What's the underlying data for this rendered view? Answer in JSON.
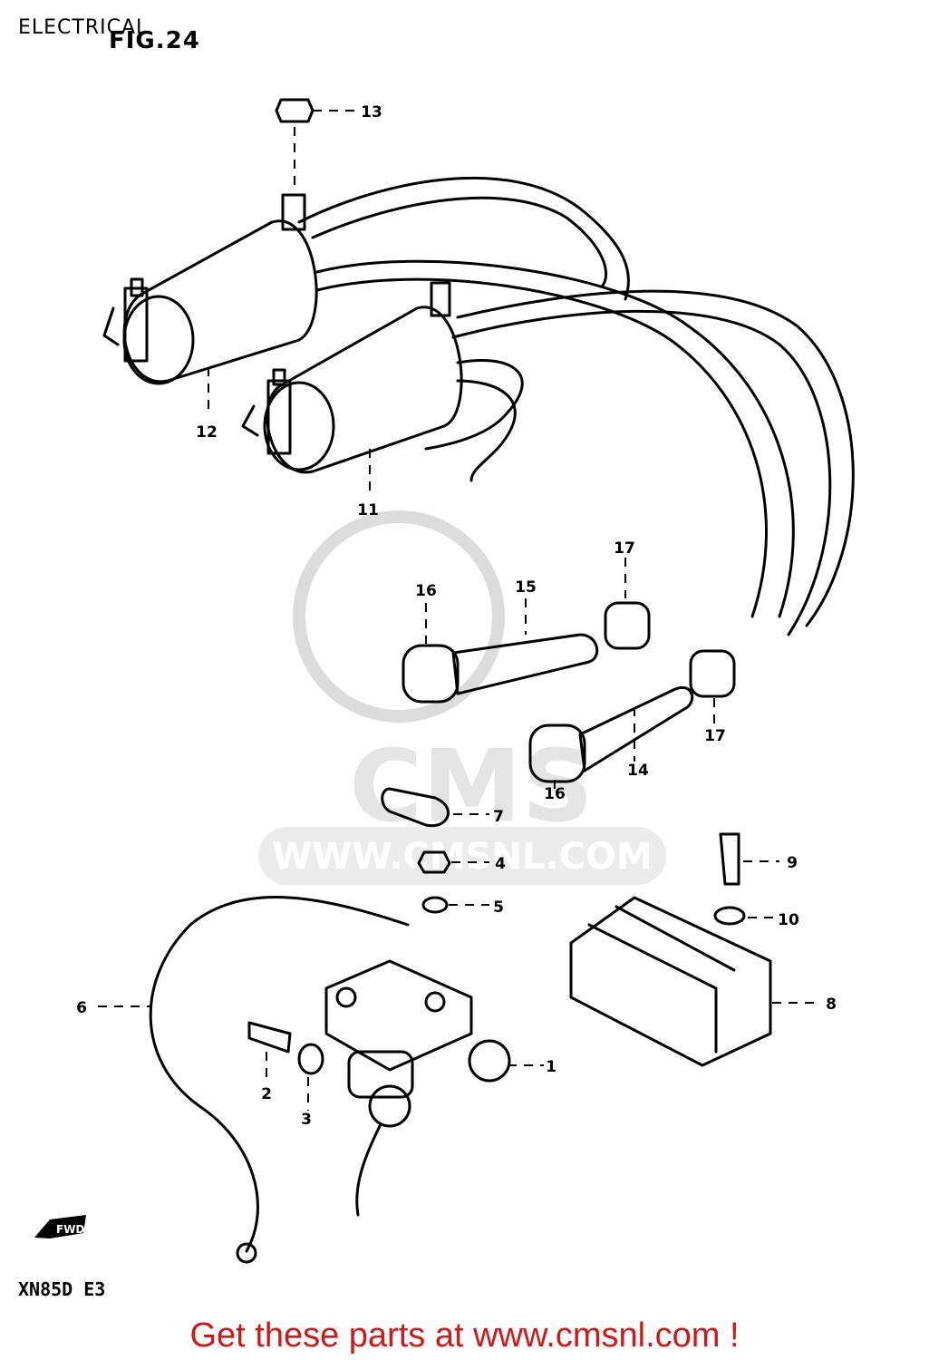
{
  "header": {
    "section_title": "ELECTRICAL",
    "figure_label": "FIG.24"
  },
  "footer": {
    "model_code": "XN85D E3",
    "promo_text": "Get these parts at www.cmsnl.com !"
  },
  "watermark": {
    "logo_text": "CMS",
    "url_text": "WWW.CMSNL.COM"
  },
  "direction_marker": "FWD",
  "part_callouts": [
    "1",
    "2",
    "3",
    "4",
    "5",
    "6",
    "7",
    "8",
    "9",
    "10",
    "11",
    "12",
    "13",
    "14",
    "15",
    "16",
    "16",
    "17",
    "17"
  ],
  "colors": {
    "promo": "#d01818",
    "line": "#000000",
    "watermark": "#e6e6e6"
  }
}
